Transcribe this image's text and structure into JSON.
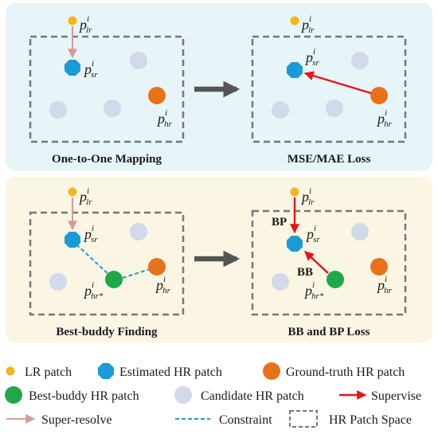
{
  "colors": {
    "top_panel_bg": "#e7f4f8",
    "bottom_panel_bg": "#fbf5e4",
    "lr": "#f5b51c",
    "estimated_hr": "#1b9ad8",
    "ground_truth_hr": "#e8721c",
    "best_buddy_hr": "#1fa84a",
    "candidate_hr": "#d2d9e8",
    "supervise": "#e8141b",
    "super_resolve": "#d69a98",
    "constraint": "#1f9ad6",
    "box": "#777777",
    "big_arrow": "#555555"
  },
  "patch_symbols": {
    "p": "p",
    "i": "i",
    "lr": "lr",
    "sr": "sr",
    "hr": "hr",
    "hr_star": "hr*"
  },
  "panels": {
    "one_to_one_title": "One-to-One Mapping",
    "mse_title": "MSE/MAE Loss",
    "best_buddy_title": "Best-buddy Finding",
    "bb_bp_title": "BB and BP Loss",
    "bp_label": "BP",
    "bb_label": "BB"
  },
  "legend": {
    "lr_patch": "LR patch",
    "estimated_hr_patch": "Estimated HR patch",
    "ground_truth_hr_patch": "Ground-truth HR patch",
    "best_buddy_hr_patch": "Best-buddy HR patch",
    "candidate_hr_patch": "Candidate HR patch",
    "supervise": "Supervise",
    "super_resolve": "Super-resolve",
    "constraint": "Constraint",
    "hr_patch_space": "HR Patch Space"
  }
}
